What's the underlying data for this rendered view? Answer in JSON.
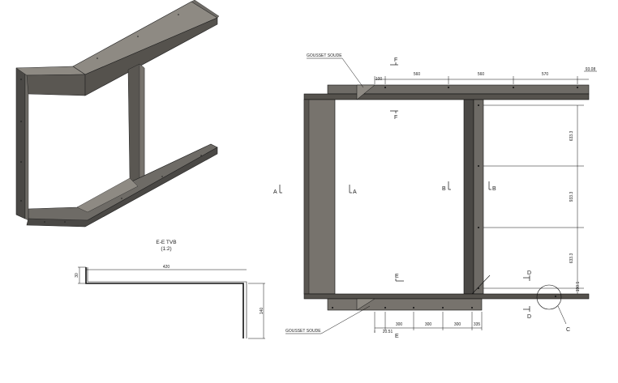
{
  "section_view": {
    "title": "E-E TVB",
    "scale": "(1:2)"
  },
  "profile_dims": {
    "height_top": "30",
    "length": "420",
    "height_right": "140"
  },
  "gusset_labels": {
    "top": "GOUSSET SOUDE",
    "bottom": "GOUSSET SOUDE"
  },
  "top_dims": {
    "d1": "100",
    "d2": "560",
    "d3": "560",
    "d4": "570",
    "d5": "93.08"
  },
  "right_dims": {
    "v1": "633.3",
    "v2": "933.3",
    "v3": "633.3",
    "v4": "190.1"
  },
  "bottom_dims": {
    "b1": "300",
    "b2": "300",
    "b3": "300",
    "b4": "335",
    "b5": "20.51"
  },
  "section_marks": {
    "a": "A",
    "b": "B",
    "c": "C",
    "d": "D",
    "e": "E",
    "f": "F"
  },
  "colors": {
    "panel_dark": "#4a4845",
    "panel_mid": "#6e6b66",
    "panel_light": "#8e8a83",
    "line": "#111111"
  }
}
